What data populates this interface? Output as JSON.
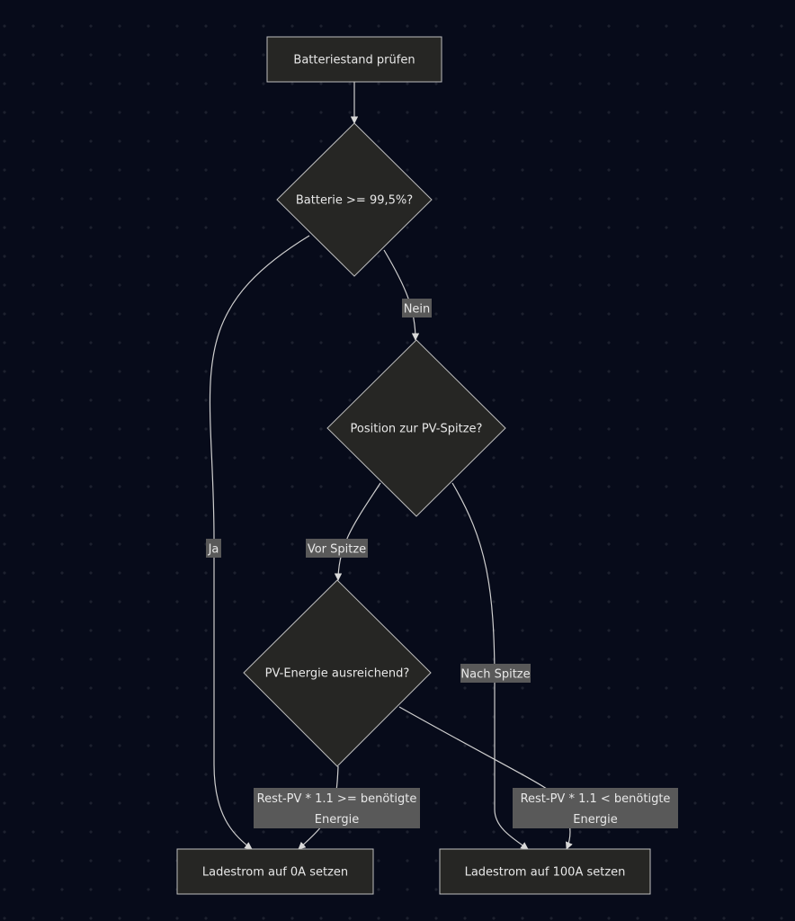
{
  "diagram": {
    "nodes": {
      "check": "Batteriestand prüfen",
      "battery_decision": "Batterie >= 99,5%?",
      "position_decision": "Position zur PV-Spitze?",
      "energy_decision": "PV-Energie ausreichend?",
      "set_0a": "Ladestrom auf 0A setzen",
      "set_100a": "Ladestrom auf 100A setzen"
    },
    "edges": {
      "yes": "Ja",
      "no": "Nein",
      "before_peak": "Vor Spitze",
      "after_peak": "Nach Spitze",
      "enough_line1": "Rest-PV * 1.1 >= benötigte",
      "enough_line2": "Energie",
      "not_enough_line1": "Rest-PV * 1.1 < benötigte",
      "not_enough_line2": "Energie"
    }
  }
}
